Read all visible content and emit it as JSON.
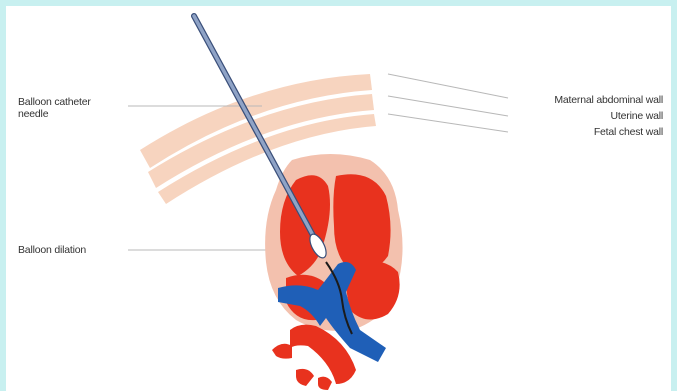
{
  "labels": {
    "balloon_catheter_needle_line1": "Balloon catheter",
    "balloon_catheter_needle_line2": "needle",
    "balloon_dilation": "Balloon dilation",
    "maternal_abdominal_wall": "Maternal abdominal wall",
    "uterine_wall": "Uterine wall",
    "fetal_chest_wall": "Fetal chest wall"
  },
  "colors": {
    "frame_border": "#c8f0f0",
    "background": "#ffffff",
    "skin_layer": "#f7d4bf",
    "heart_muscle": "#e8321e",
    "heart_outline": "#f3c1ae",
    "vessel_blue": "#1f5fb7",
    "needle": "#7f93b7",
    "leader_line": "#b8b8b8"
  }
}
